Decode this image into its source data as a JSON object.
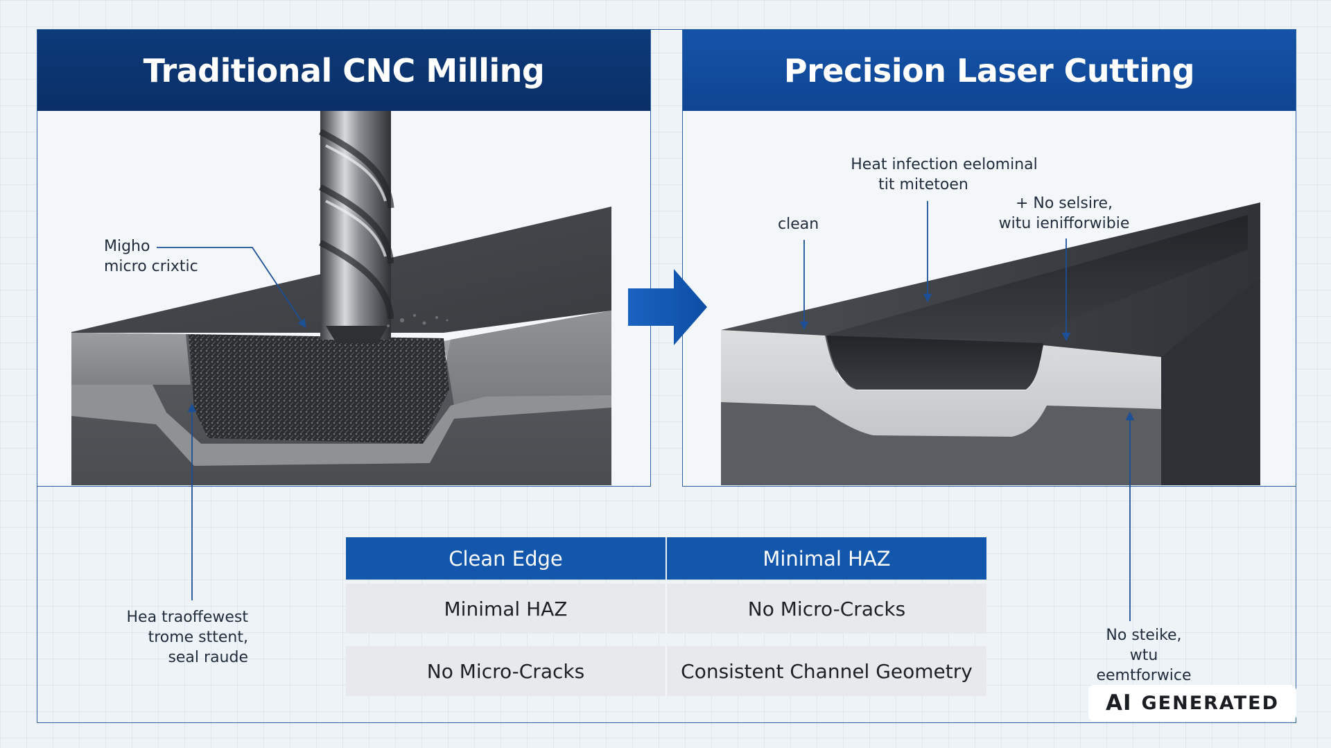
{
  "panels": {
    "left": {
      "title": "Traditional CNC Milling",
      "labels": {
        "crack_line1": "Migho",
        "crack_line2": "micro crixtic",
        "heat_line1": "Hea traoffewest",
        "heat_line2": "trome sttent,",
        "heat_line3": "seal raude"
      }
    },
    "right": {
      "title": "Precision Laser Cutting",
      "labels": {
        "clean": "clean",
        "heat_line1": "Heat infection eelominal",
        "heat_line2": "tit mitetoen",
        "nosel_line1": "+ No selsire,",
        "nosel_line2": "witu ienifforwibie",
        "nostk_line1": "No steike,",
        "nostk_line2": "wtu eemtforwice"
      }
    }
  },
  "table": {
    "headers": [
      "Clean Edge",
      "Minimal HAZ"
    ],
    "rows": [
      [
        "Minimal HAZ",
        "No Micro-Cracks"
      ],
      [
        "No Micro-Cracks",
        "Consistent Channel Geometry"
      ]
    ]
  },
  "badge": {
    "ai": "AI",
    "generated": "GENERATED"
  },
  "colors": {
    "header_dark": "#0a2f66",
    "header_blue": "#1553a8",
    "accent": "#1357ad"
  },
  "icons": {
    "transition_arrow": "arrow-right-icon"
  }
}
